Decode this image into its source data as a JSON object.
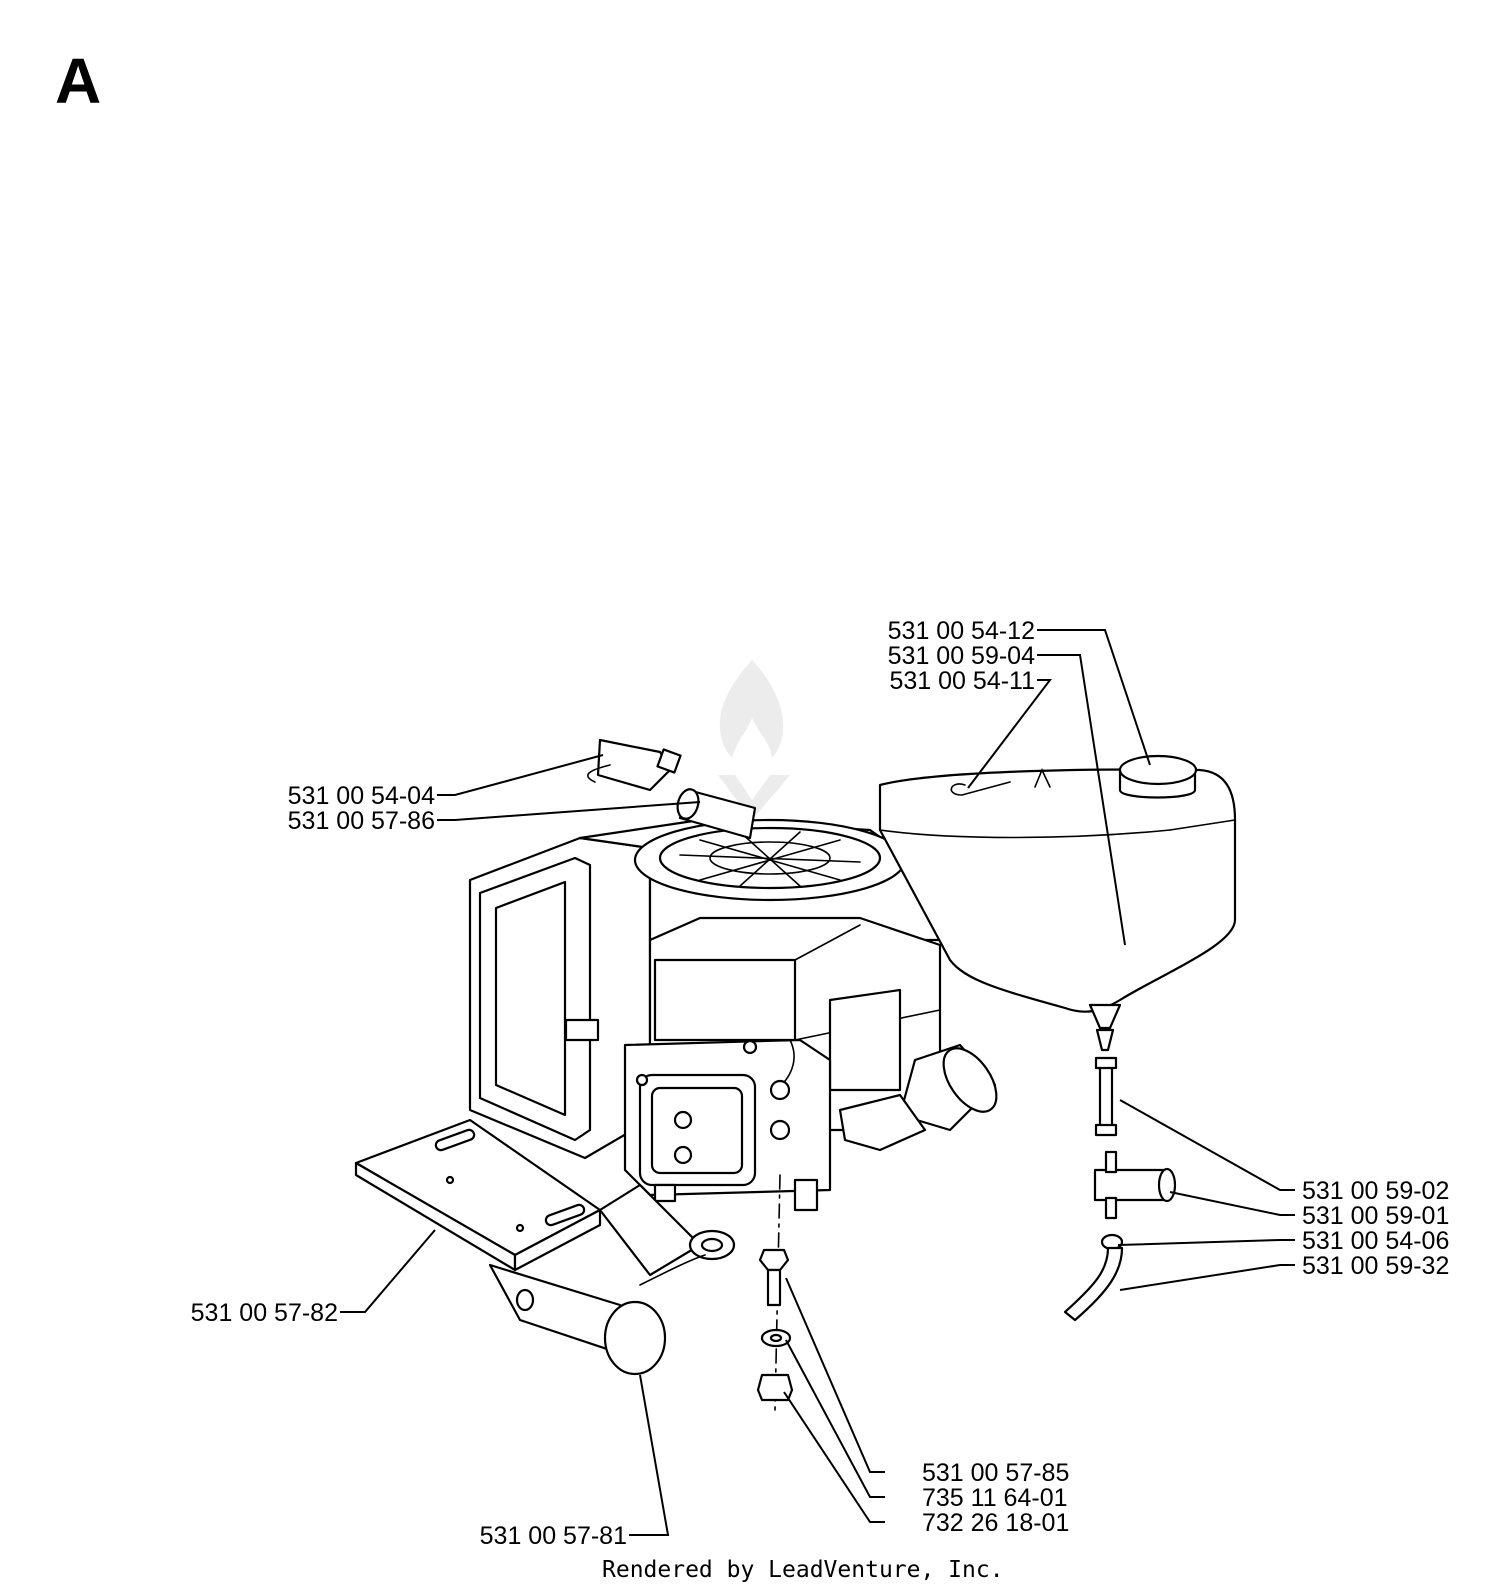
{
  "section_label": "A",
  "footer": "Rendered by LeadVenture, Inc.",
  "parts": {
    "fuel_cap": "531 00 54-12",
    "fuel_tank": "531 00 59-04",
    "clip": "531 00 54-11",
    "oil_pressure_switch": "531 00 54-04",
    "adapter": "531 00 57-86",
    "fuel_hose_short": "531 00 59-02",
    "fuel_valve": "531 00 59-01",
    "hose_clamp": "531 00 54-06",
    "fuel_hose": "531 00 59-32",
    "heat_shield": "531 00 57-82",
    "screw": "531 00 57-85",
    "washer": "735 11 64-01",
    "nut": "732 26 18-01",
    "muffler": "531 00 57-81"
  }
}
